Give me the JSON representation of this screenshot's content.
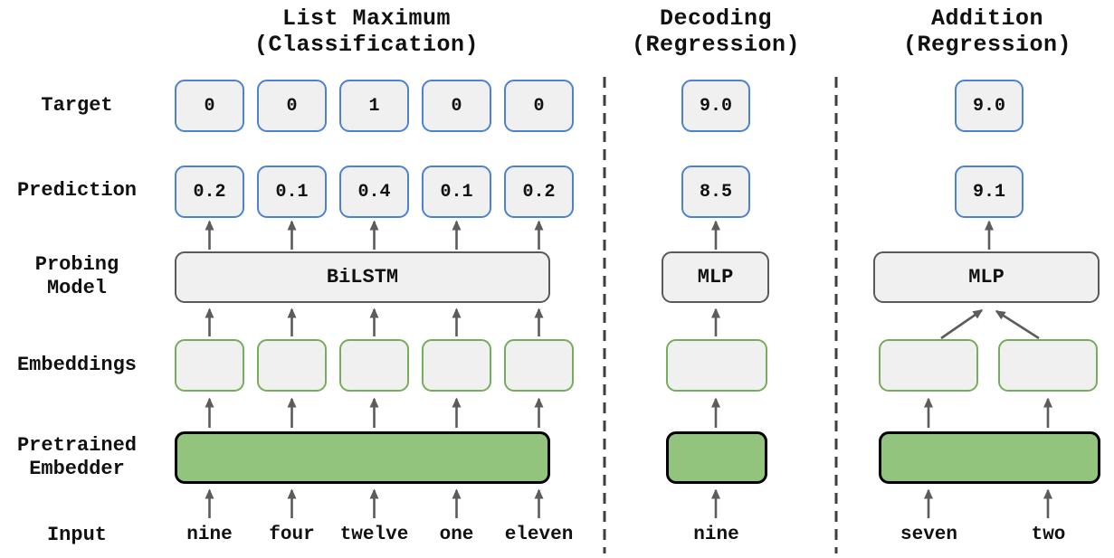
{
  "figure": {
    "description": "Probing model setup diagram with three probing tasks"
  },
  "row_labels": {
    "target": "Target",
    "prediction": "Prediction",
    "probing_model": "Probing\nModel",
    "embeddings": "Embeddings",
    "pretrained_embedder": "Pretrained\nEmbedder",
    "input": "Input"
  },
  "sections": [
    {
      "title": "List Maximum\n(Classification)",
      "targets": [
        "0",
        "0",
        "1",
        "0",
        "0"
      ],
      "predictions": [
        "0.2",
        "0.1",
        "0.4",
        "0.1",
        "0.2"
      ],
      "probing_model": "BiLSTM",
      "embedding_count": 5,
      "inputs": [
        "nine",
        "four",
        "twelve",
        "one",
        "eleven"
      ]
    },
    {
      "title": "Decoding\n(Regression)",
      "targets": [
        "9.0"
      ],
      "predictions": [
        "8.5"
      ],
      "probing_model": "MLP",
      "embedding_count": 1,
      "inputs": [
        "nine"
      ]
    },
    {
      "title": "Addition\n(Regression)",
      "targets": [
        "9.0"
      ],
      "predictions": [
        "9.1"
      ],
      "probing_model": "MLP",
      "embedding_count": 2,
      "inputs": [
        "seven",
        "two"
      ]
    }
  ],
  "colors": {
    "val_border": "#4d82cf",
    "box_fill": "#f0f0f1",
    "probe_border": "#595959",
    "emb_border": "#76ad5c",
    "embedder_fill": "#93c47d",
    "embedder_border": "#000000",
    "arrow": "#5c5c5c",
    "separator": "#3f3f3f",
    "text": "#111111"
  }
}
